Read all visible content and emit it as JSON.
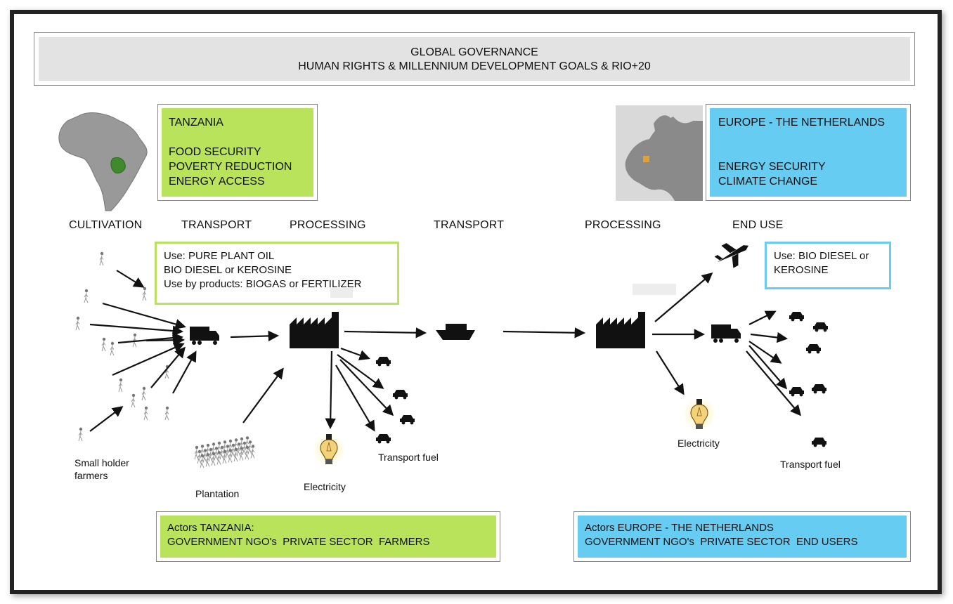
{
  "global": {
    "line1": "GLOBAL GOVERNANCE",
    "line2": "HUMAN RIGHTS & MILLENNIUM DEVELOPMENT GOALS & RIO+20"
  },
  "tanzania": {
    "title": "TANZANIA",
    "goals": [
      "FOOD SECURITY",
      "POVERTY REDUCTION",
      "ENERGY ACCESS"
    ],
    "color": "#b8e35a"
  },
  "europe": {
    "title": "EUROPE - THE NETHERLANDS",
    "goals": [
      "ENERGY SECURITY",
      "CLIMATE CHANGE"
    ],
    "color": "#66ccf2"
  },
  "stages": [
    "CULTIVATION",
    "TRANSPORT",
    "PROCESSING",
    "TRANSPORT",
    "PROCESSING",
    "END USE"
  ],
  "use_tz": {
    "line1": "Use: PURE PLANT OIL",
    "line2": "BIO DIESEL or KEROSINE",
    "line3": "Use by products: BIOGAS or FERTILIZER"
  },
  "use_eu": {
    "line1": "Use: BIO DIESEL or",
    "line2": "KEROSINE"
  },
  "labels": {
    "smallholder_1": "Small holder",
    "smallholder_2": "farmers",
    "plantation": "Plantation",
    "electricity_tz": "Electricity",
    "transport_fuel_tz": "Transport fuel",
    "electricity_eu": "Electricity",
    "transport_fuel_eu": "Transport fuel"
  },
  "actors_tz": {
    "line1": "Actors TANZANIA:",
    "line2": "GOVERNMENT NGO's  PRIVATE SECTOR  FARMERS"
  },
  "actors_eu": {
    "line1": "Actors EUROPE - THE NETHERLANDS",
    "line2": "GOVERNMENT NGO's  PRIVATE SECTOR  END USERS"
  },
  "colors": {
    "green": "#b8e35a",
    "blue": "#66ccf2",
    "gray": "#e3e3e3",
    "ink": "#111111"
  },
  "icons": [
    "person-icon",
    "truck-icon",
    "factory-icon",
    "ship-icon",
    "airplane-icon",
    "car-icon",
    "light-bulb-icon",
    "africa-map",
    "europe-map"
  ]
}
